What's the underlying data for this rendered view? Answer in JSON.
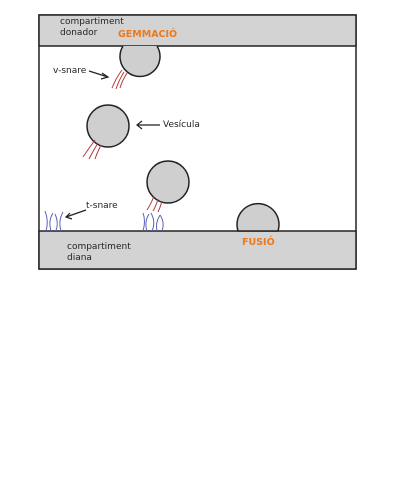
{
  "labels": {
    "donor_compartment": [
      "compartiment",
      "donador"
    ],
    "budding": "GEMMACIÓ",
    "v_snare": "v-snare",
    "vesicle": "Vesícula",
    "t_snare": "t-snare",
    "target_compartment": [
      "compartiment",
      "diana"
    ],
    "fusion": "FUSIÓ"
  },
  "colors": {
    "compartment_fill": "#d3d3d3",
    "vesicle_fill": "#cfcfcf",
    "outline": "#222222",
    "v_snare": "#b23a3a",
    "t_snare": "#5a63b8",
    "accent": "#ec7a1c"
  }
}
